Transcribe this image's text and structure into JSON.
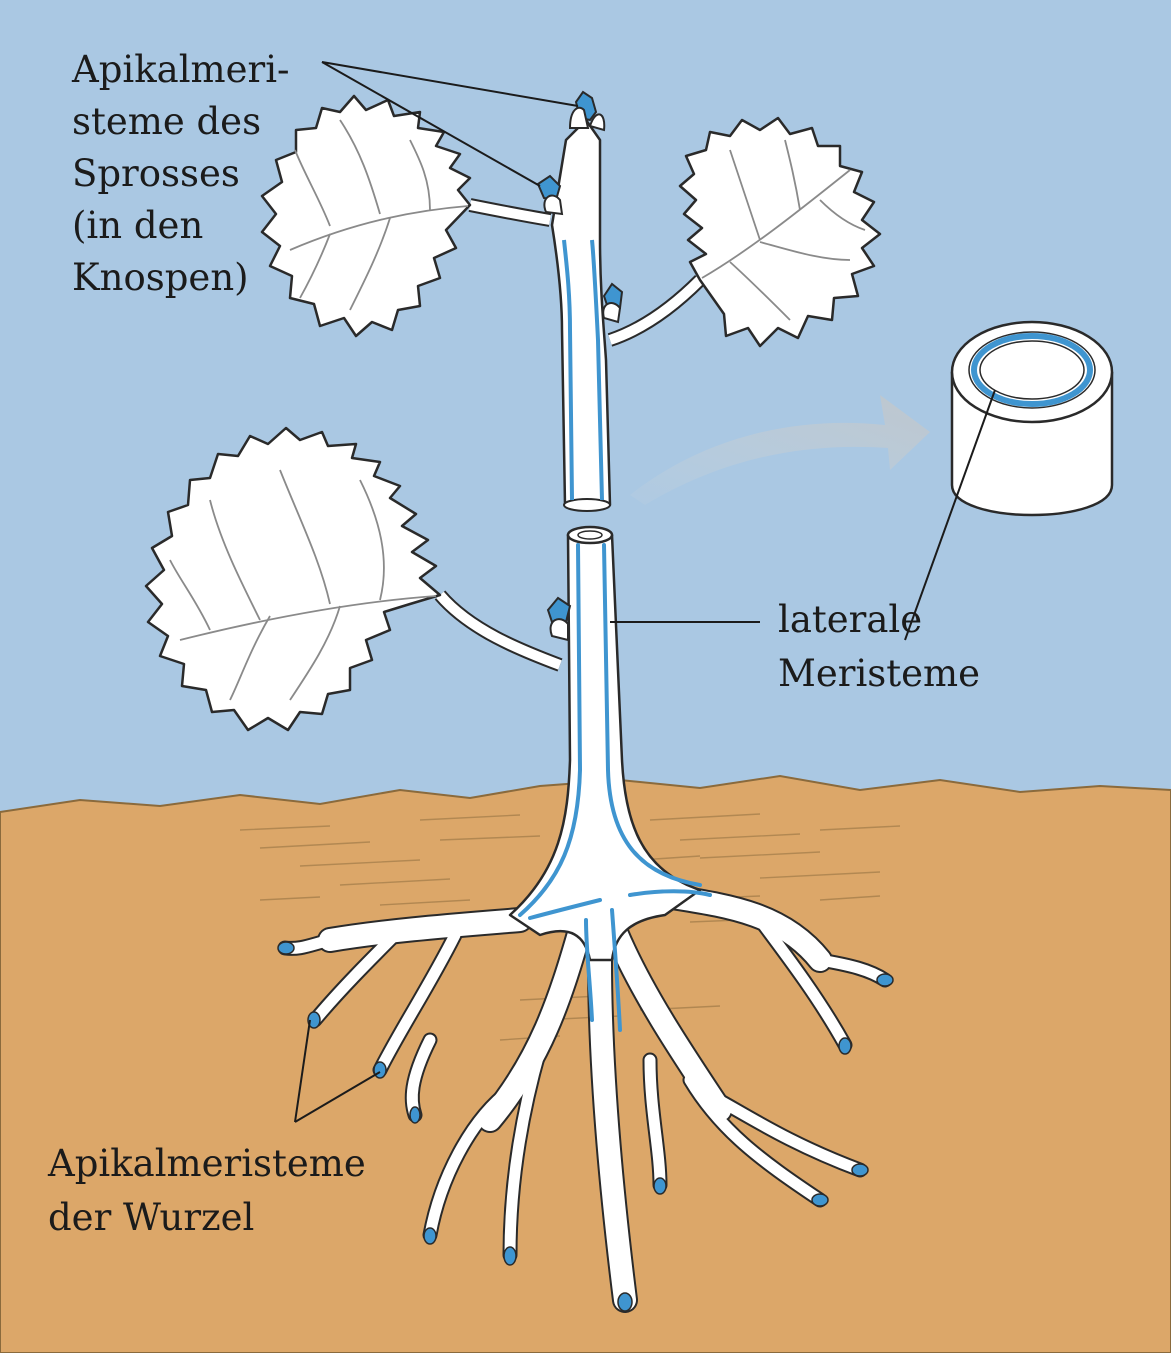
{
  "labels": {
    "shoot_meristems": [
      "Apikalmeri-",
      "steme des",
      "Sprosses",
      "(in den",
      "Knospen)"
    ],
    "lateral_meristems": [
      "laterale",
      "Meristeme"
    ],
    "root_meristems": [
      "Apikalmeristeme",
      "der Wurzel"
    ]
  },
  "colors": {
    "sky": "#aac8e3",
    "soil": "#dca769",
    "meristem": "#3f95d0",
    "plant": "#ffffff",
    "outline": "#2a2a2a"
  }
}
